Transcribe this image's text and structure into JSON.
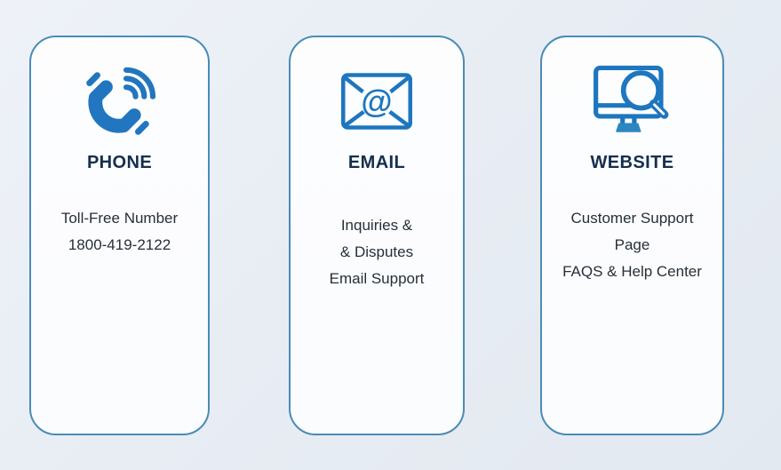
{
  "panel": {
    "description": "contact support options"
  },
  "colors": {
    "background": "#e8edf4",
    "card_background": "#fcfdfe",
    "card_border": "#4a8cb5",
    "icon_accent": "#1d76be",
    "heading": "#152f4e",
    "body_text": "#262f38"
  },
  "cards": [
    {
      "id": "phone",
      "icon": "phone-icon",
      "title": "PHONE",
      "lines": [
        "Toll-Free Number",
        "1800-419-2122"
      ]
    },
    {
      "id": "email",
      "icon": "email-icon",
      "title": "EMAIL",
      "lines": [
        "Inquiries &",
        "& Disputes",
        "Email Support"
      ]
    },
    {
      "id": "website",
      "icon": "website-icon",
      "title": "WEBSITE",
      "lines": [
        "Customer Support",
        "Page",
        "FAQS & Help Center"
      ]
    }
  ],
  "icon_at_symbol": "@"
}
